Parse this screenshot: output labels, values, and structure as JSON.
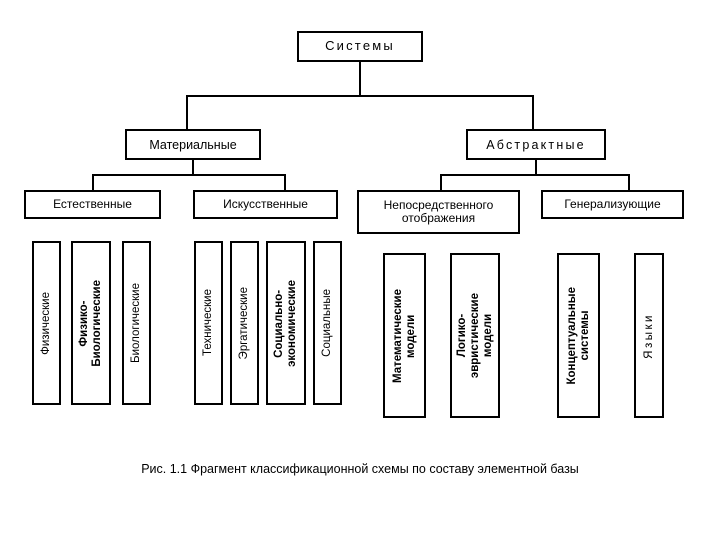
{
  "figure": {
    "caption": "Рис. 1.1 Фрагмент классификационной схемы по составу элементной базы",
    "background_color": "#ffffff",
    "line_color": "#000000",
    "text_color": "#000000"
  },
  "chart_data": {
    "type": "diagram",
    "title": "Рис. 1.1 Фрагмент классификационной схемы по составу элементной базы",
    "orientation": "top-down-tree",
    "root": "Системы"
  },
  "tree": {
    "root": {
      "label": "Системы"
    },
    "level1": [
      {
        "label": "Материальные"
      },
      {
        "label": "Абстрактные"
      }
    ],
    "level2": [
      {
        "label": "Естественные"
      },
      {
        "label": "Искусственные"
      },
      {
        "label": "Непосредственного\nотображения"
      },
      {
        "label": "Генерализующие"
      }
    ],
    "leaves_natural": [
      {
        "label": "Физические"
      },
      {
        "label": "Физико-\nБиологические"
      },
      {
        "label": "Биологические"
      }
    ],
    "leaves_artificial": [
      {
        "label": "Технические"
      },
      {
        "label": "Эргатические"
      },
      {
        "label": "Социально-\nэкономические"
      },
      {
        "label": "Социальные"
      }
    ],
    "leaves_direct": [
      {
        "label": "Математические\nмодели"
      },
      {
        "label": "Логико-\nэвристические\nмодели"
      }
    ],
    "leaves_generalizing": [
      {
        "label": "Концептуальные\nсистемы"
      },
      {
        "label": "Языки"
      }
    ]
  }
}
